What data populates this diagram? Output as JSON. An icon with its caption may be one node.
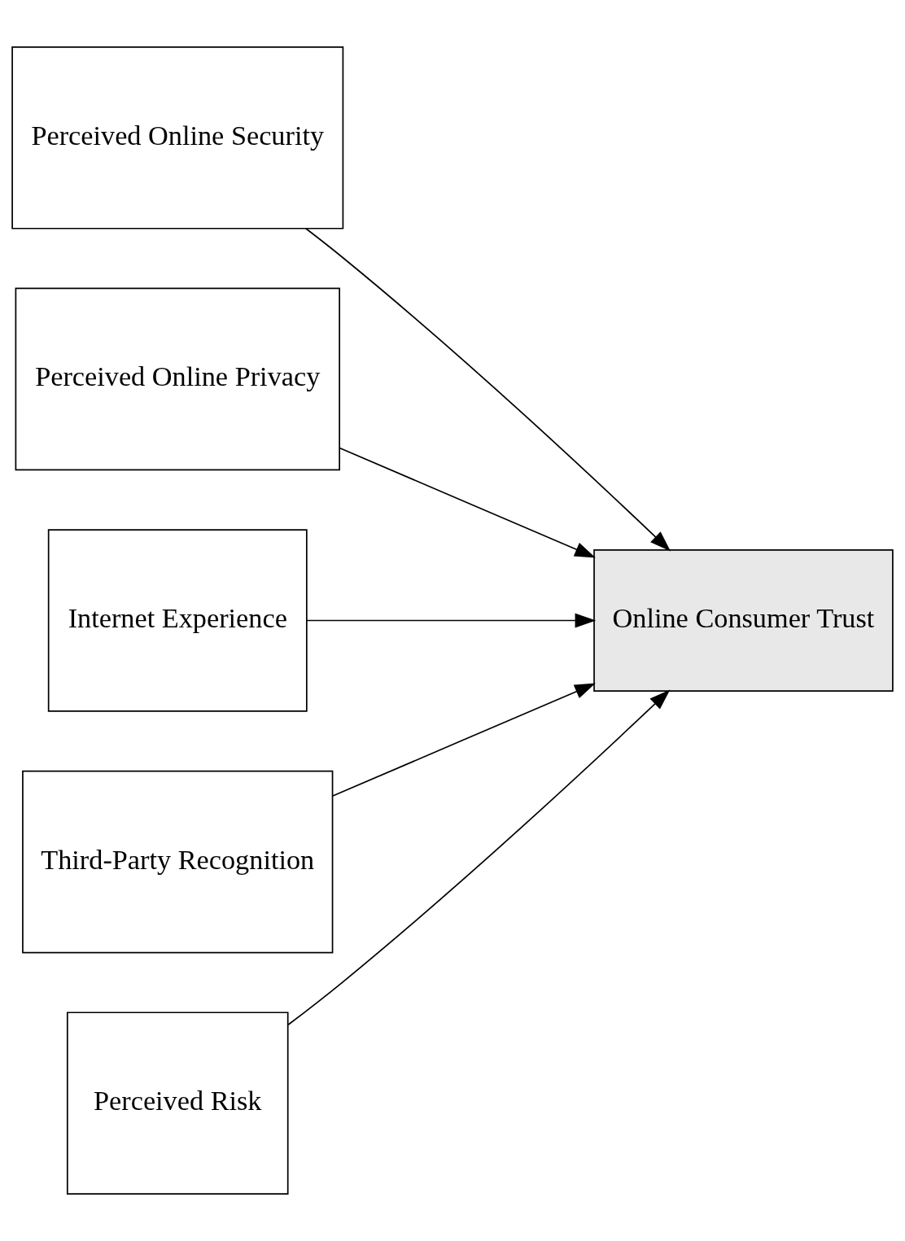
{
  "diagram": {
    "nodes": [
      {
        "text": [
          "Perceived Online Security"
        ]
      },
      {
        "text": [
          "Perceived Online Privacy"
        ]
      },
      {
        "text": [
          "Internet Experience"
        ]
      },
      {
        "text": [
          "Third-Party Recognition"
        ]
      },
      {
        "text": [
          "Perceived Risk"
        ]
      },
      {
        "text": [
          "Online Consumer Trust"
        ]
      }
    ],
    "edges": [
      {
        "from": 0,
        "to": 5,
        "arrow": "to"
      },
      {
        "from": 1,
        "to": 5,
        "arrow": "to"
      },
      {
        "from": 2,
        "to": 5,
        "arrow": "to"
      },
      {
        "from": 3,
        "to": 5,
        "arrow": "to"
      },
      {
        "from": 4,
        "to": 5,
        "arrow": "to"
      }
    ]
  }
}
